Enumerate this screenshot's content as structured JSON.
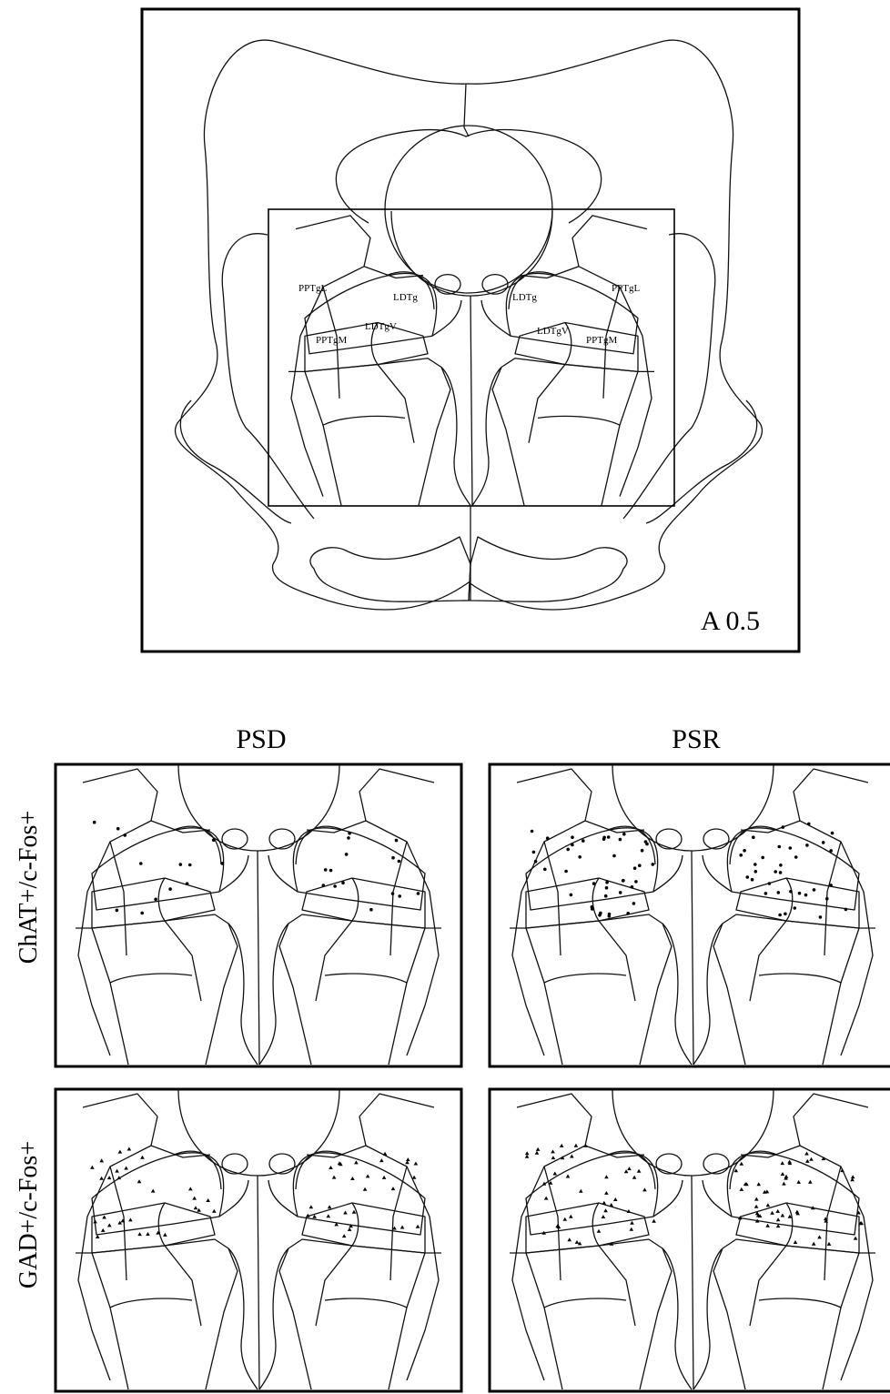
{
  "overview": {
    "level_label": "A 0.5",
    "region_labels": {
      "pptgl_left": "PPTgL",
      "pptgl_right": "PPTgL",
      "ldtg_left": "LDTg",
      "ldtg_right": "LDTg",
      "ldtgv_left": "LDTgV",
      "ldtgv_right": "LDTgV",
      "pptgm_left": "PPTgM",
      "pptgm_right": "PPTgM"
    }
  },
  "columns": [
    "PSD",
    "PSR"
  ],
  "rows": [
    "ChAT+/c-Fos+",
    "GAD+/c-Fos+"
  ],
  "marker_styles": {
    "chat": "dot",
    "gad": "triangle"
  }
}
